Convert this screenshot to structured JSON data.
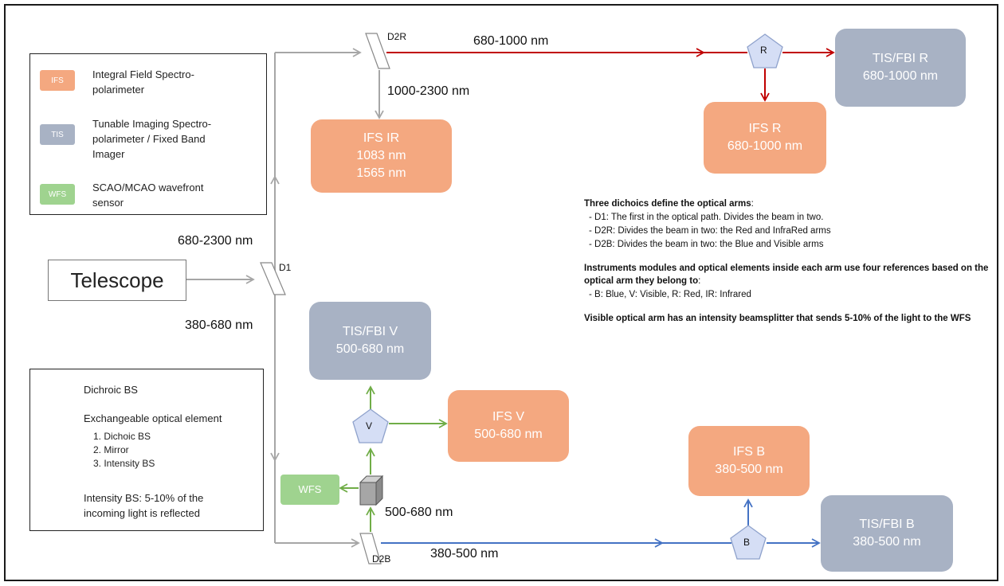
{
  "telescope": "Telescope",
  "dichroics": {
    "d1": "D1",
    "d2r": "D2R",
    "d2b": "D2B"
  },
  "beams": {
    "after_d1_up": "680-2300 nm",
    "after_d1_down": "380-680 nm",
    "red": "680-1000 nm",
    "ir": "1000-2300 nm",
    "visible": "500-680 nm",
    "blue": "380-500 nm"
  },
  "elements": {
    "r": "R",
    "v": "V",
    "b": "B",
    "wfs": "WFS"
  },
  "instruments": {
    "ifs_ir": {
      "name": "IFS IR",
      "l1": "1083 nm",
      "l2": "1565 nm"
    },
    "ifs_r": {
      "name": "IFS R",
      "range": "680-1000 nm"
    },
    "tis_r": {
      "name": "TIS/FBI R",
      "range": "680-1000 nm"
    },
    "tis_v": {
      "name": "TIS/FBI V",
      "range": "500-680 nm"
    },
    "ifs_v": {
      "name": "IFS V",
      "range": "500-680 nm"
    },
    "ifs_b": {
      "name": "IFS B",
      "range": "380-500 nm"
    },
    "tis_b": {
      "name": "TIS/FBI B",
      "range": "380-500 nm"
    }
  },
  "legend_modules": [
    {
      "chip": "IFS",
      "text1": "Integral Field Spectro-",
      "text2": "polarimeter",
      "text3": ""
    },
    {
      "chip": "TIS",
      "text1": "Tunable Imaging Spectro-",
      "text2": "polarimeter / Fixed Band",
      "text3": "Imager"
    },
    {
      "chip": "WFS",
      "text1": "SCAO/MCAO wavefront",
      "text2": "sensor",
      "text3": ""
    }
  ],
  "legend_elements": {
    "dichroic": "Dichroic BS",
    "exchangeable": "Exchangeable optical element",
    "options": [
      "1.   Dichoic BS",
      "2.   Mirror",
      "3.   Intensity BS"
    ],
    "intensity1": "Intensity BS: 5-10% of the",
    "intensity2": "incoming light is reflected"
  },
  "notes": {
    "h1": "Three dichoics define the optical arms",
    "h1_suffix": ":",
    "items1": [
      "-   D1: The first in the optical path. Divides the beam in two.",
      "-   D2R: Divides the beam in two: the Red and InfraRed arms",
      "-   D2B: Divides the beam in two: the Blue and Visible arms"
    ],
    "h2": "Instruments modules and optical elements inside each arm use four references based on the optical arm they belong to",
    "h2_suffix": ":",
    "items2": [
      "-   B: Blue, V: Visible, R: Red, IR: Infrared"
    ],
    "h3": "Visible optical arm has an intensity beamsplitter that sends 5-10% of the light to the WFS"
  },
  "colors": {
    "grey_beam": "#a6a6a6",
    "red_beam": "#c00000",
    "blue_beam": "#4472c4",
    "green_beam": "#70ad47",
    "ifs": "#f4a880",
    "tis": "#a8b2c4",
    "wfs": "#9fd38f",
    "element_fill": "#d5def5",
    "element_stroke": "#8fa2cc"
  }
}
